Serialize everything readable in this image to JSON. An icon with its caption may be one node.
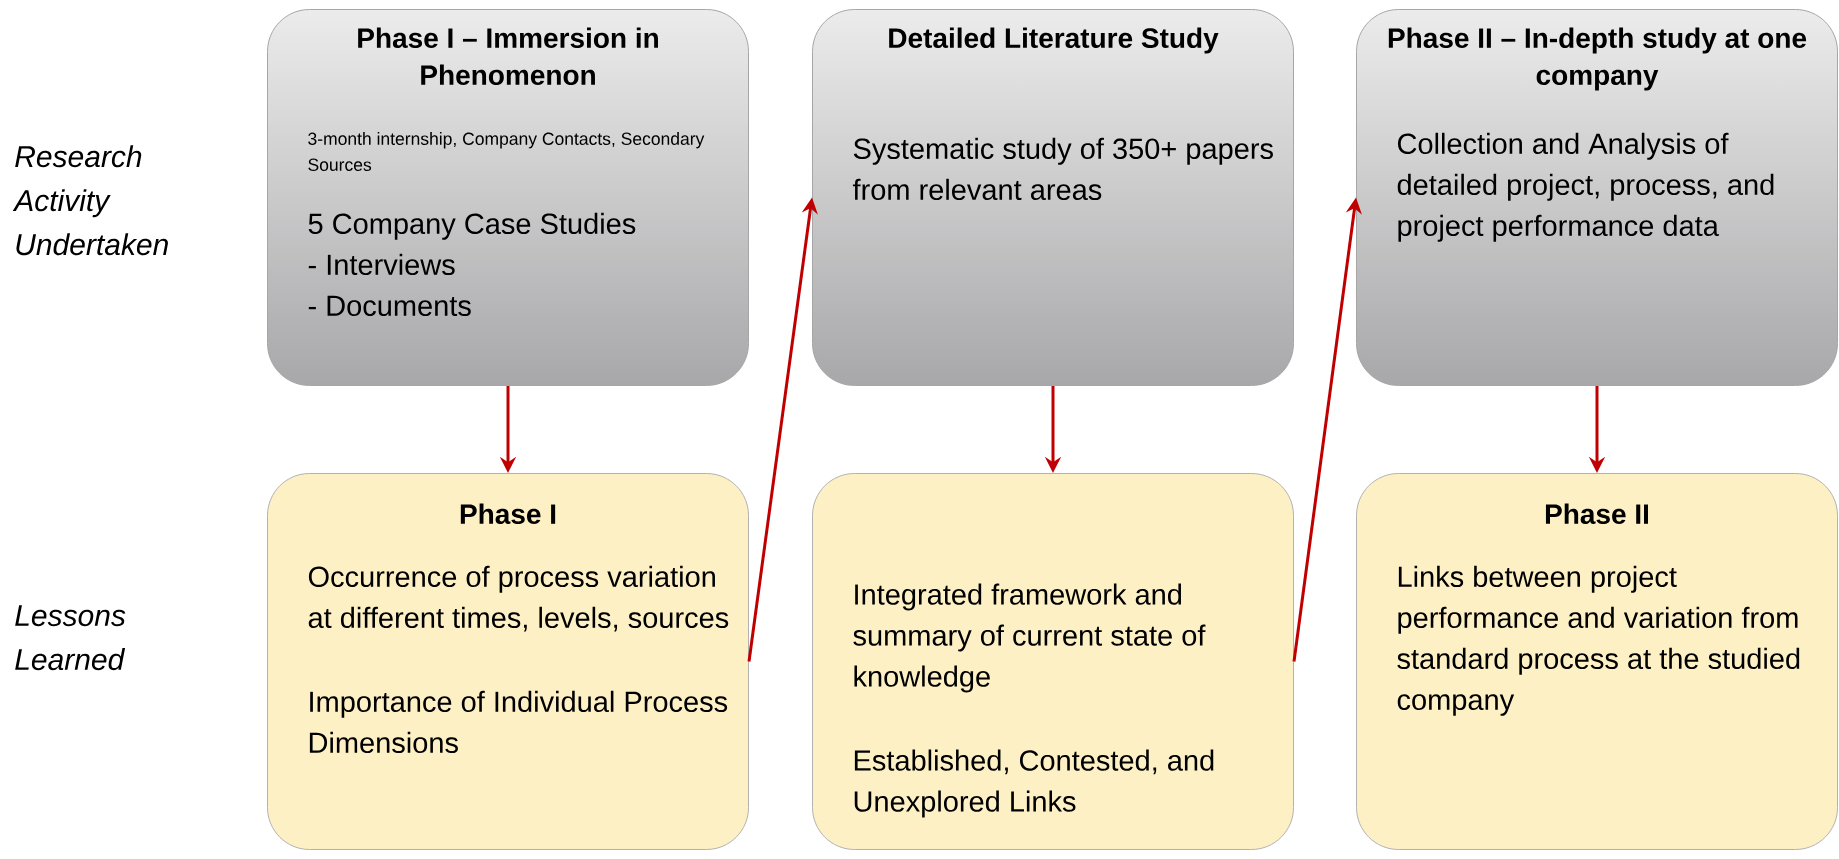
{
  "diagram": {
    "nodes": [
      {
        "text": [
          "Phase I – Immersion in Phenomenon",
          "3-month internship, Company Contacts, Secondary Sources",
          "5 Company Case Studies",
          "- Interviews",
          "- Documents"
        ]
      },
      {
        "text": [
          "Detailed Literature Study",
          "Systematic study of 350+ papers from relevant areas"
        ]
      },
      {
        "text": [
          "Phase II – In-depth study at one company",
          "Collection and Analysis of detailed project, process, and project performance data"
        ]
      },
      {
        "text": [
          "Phase I",
          "Occurrence of process variation at different times, levels, sources",
          "Importance of Individual Process Dimensions"
        ]
      },
      {
        "text": [
          "Integrated framework and summary of current state of knowledge",
          "Established, Contested, and Unexplored Links"
        ]
      },
      {
        "text": [
          "Phase II",
          "Links between project performance and variation from standard process at the studied company"
        ]
      }
    ],
    "edges": [
      {
        "from": 0,
        "to": 3,
        "arrow": "to"
      },
      {
        "from": 3,
        "to": 1,
        "arrow": "to"
      },
      {
        "from": 1,
        "to": 4,
        "arrow": "to"
      },
      {
        "from": 4,
        "to": 2,
        "arrow": "to"
      },
      {
        "from": 2,
        "to": 5,
        "arrow": "to"
      }
    ],
    "labels": [
      "Research Activity Undertaken",
      "Lessons Learned"
    ]
  }
}
